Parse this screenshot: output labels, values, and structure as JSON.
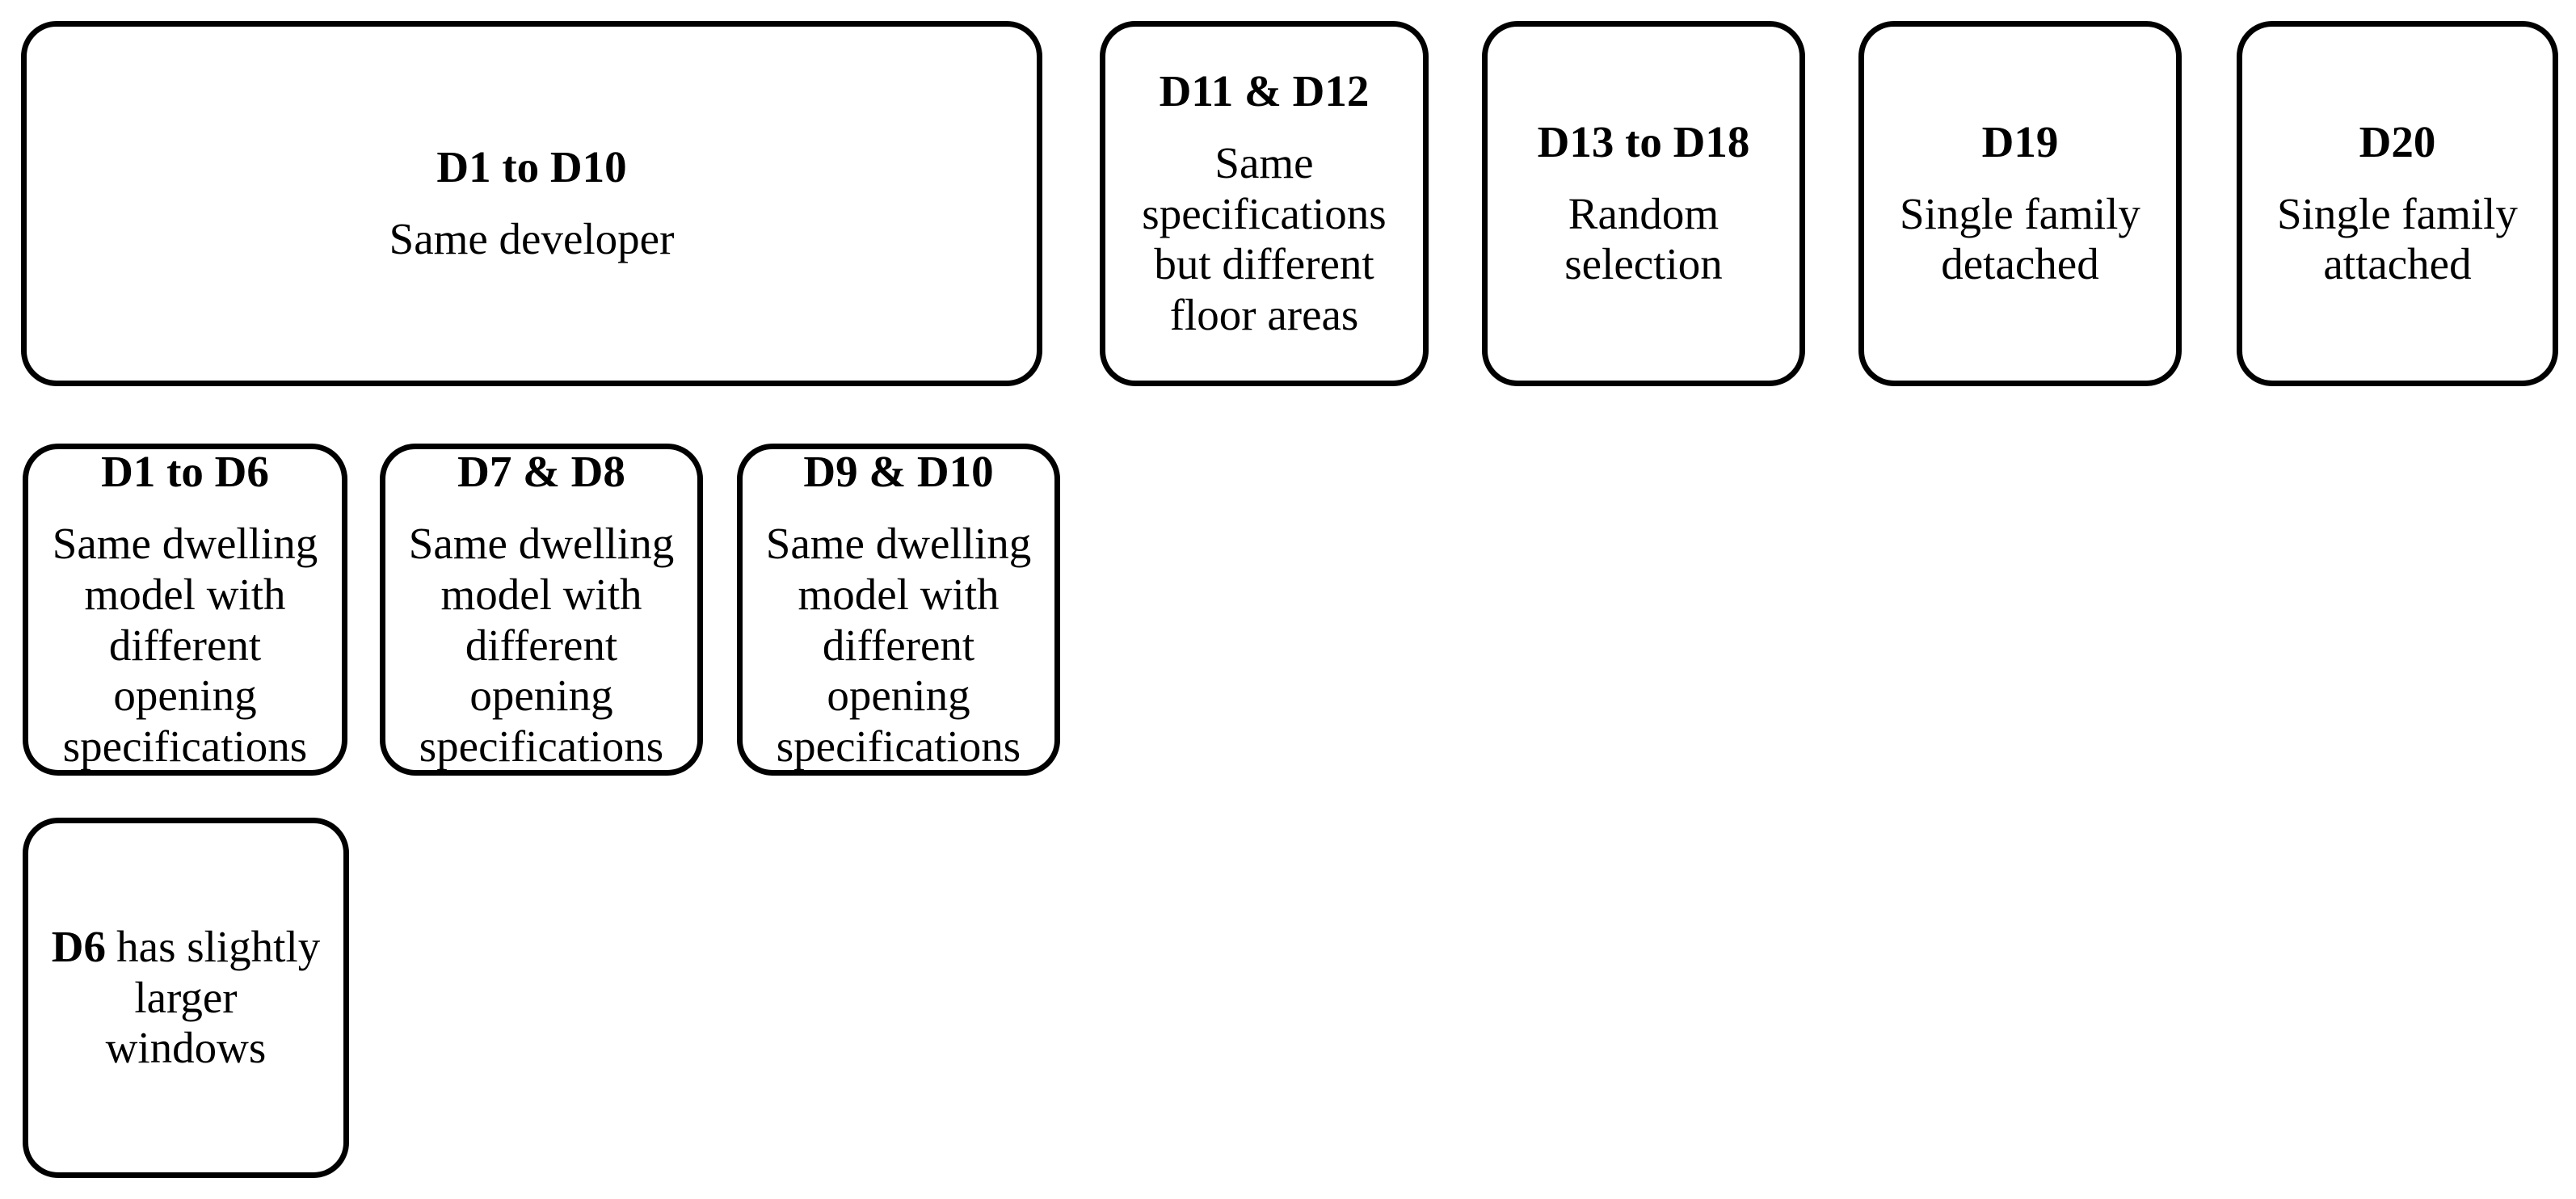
{
  "figure": {
    "background_color": "#ffffff",
    "border_color": "#000000",
    "text_color": "#000000"
  },
  "boxes": [
    {
      "title": "D1 to D10",
      "body": "Same developer"
    },
    {
      "title": "D11 & D12",
      "body": "Same\nspecifications\nbut different\nfloor areas"
    },
    {
      "title": "D13 to D18",
      "body": "Random\nselection"
    },
    {
      "title": "D19",
      "body": "Single family\ndetached"
    },
    {
      "title": "D20",
      "body": "Single family\nattached"
    },
    {
      "title": "D1 to D6",
      "body": "Same dwelling\nmodel with\ndifferent\nopening\nspecifications"
    },
    {
      "title": "D7 & D8",
      "body": "Same dwelling\nmodel with\ndifferent\nopening\nspecifications"
    },
    {
      "title": "D9 & D10",
      "body": "Same dwelling\nmodel with\ndifferent\nopening\nspecifications"
    },
    {
      "title": "D6",
      "body": "has slightly\nlarger\nwindows"
    }
  ]
}
